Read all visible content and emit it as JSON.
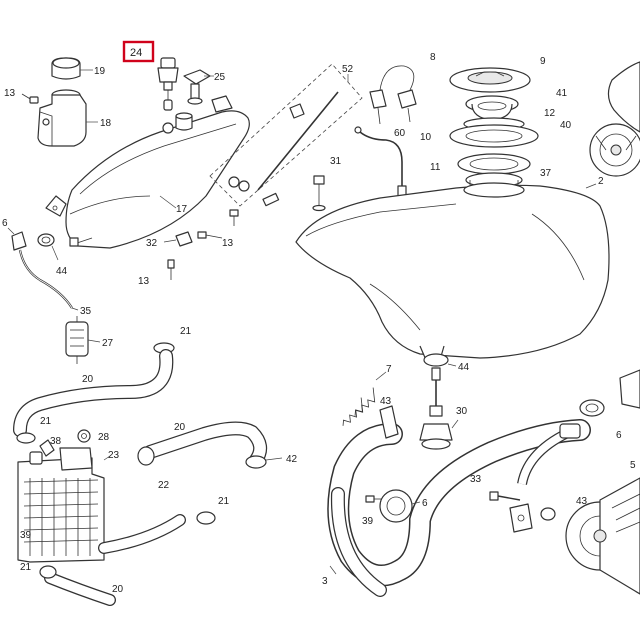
{
  "highlight": {
    "label": "24",
    "color": "#d0021b"
  },
  "callouts": [
    {
      "id": "c2",
      "text": "2"
    },
    {
      "id": "c3",
      "text": "3"
    },
    {
      "id": "c5",
      "text": "5"
    },
    {
      "id": "c6a",
      "text": "6"
    },
    {
      "id": "c6b",
      "text": "6"
    },
    {
      "id": "c6c",
      "text": "6"
    },
    {
      "id": "c7",
      "text": "7"
    },
    {
      "id": "c8",
      "text": "8"
    },
    {
      "id": "c9",
      "text": "9"
    },
    {
      "id": "c10",
      "text": "10"
    },
    {
      "id": "c11",
      "text": "11"
    },
    {
      "id": "c12",
      "text": "12"
    },
    {
      "id": "c13a",
      "text": "13"
    },
    {
      "id": "c13b",
      "text": "13"
    },
    {
      "id": "c13c",
      "text": "13"
    },
    {
      "id": "c17",
      "text": "17"
    },
    {
      "id": "c18",
      "text": "18"
    },
    {
      "id": "c19",
      "text": "19"
    },
    {
      "id": "c20a",
      "text": "20"
    },
    {
      "id": "c20b",
      "text": "20"
    },
    {
      "id": "c20c",
      "text": "20"
    },
    {
      "id": "c21a",
      "text": "21"
    },
    {
      "id": "c21b",
      "text": "21"
    },
    {
      "id": "c21c",
      "text": "21"
    },
    {
      "id": "c21d",
      "text": "21"
    },
    {
      "id": "c22",
      "text": "22"
    },
    {
      "id": "c23",
      "text": "23"
    },
    {
      "id": "c25",
      "text": "25"
    },
    {
      "id": "c27",
      "text": "27"
    },
    {
      "id": "c28",
      "text": "28"
    },
    {
      "id": "c30",
      "text": "30"
    },
    {
      "id": "c31",
      "text": "31"
    },
    {
      "id": "c32",
      "text": "32"
    },
    {
      "id": "c33",
      "text": "33"
    },
    {
      "id": "c35",
      "text": "35"
    },
    {
      "id": "c37",
      "text": "37"
    },
    {
      "id": "c38",
      "text": "38"
    },
    {
      "id": "c39a",
      "text": "39"
    },
    {
      "id": "c39b",
      "text": "39"
    },
    {
      "id": "c40",
      "text": "40"
    },
    {
      "id": "c41",
      "text": "41"
    },
    {
      "id": "c42",
      "text": "42"
    },
    {
      "id": "c43a",
      "text": "43"
    },
    {
      "id": "c43b",
      "text": "43"
    },
    {
      "id": "c44a",
      "text": "44"
    },
    {
      "id": "c44b",
      "text": "44"
    },
    {
      "id": "c52",
      "text": "52"
    },
    {
      "id": "c60",
      "text": "60"
    }
  ],
  "colors": {
    "line": "#333333",
    "highlight": "#d0021b"
  }
}
